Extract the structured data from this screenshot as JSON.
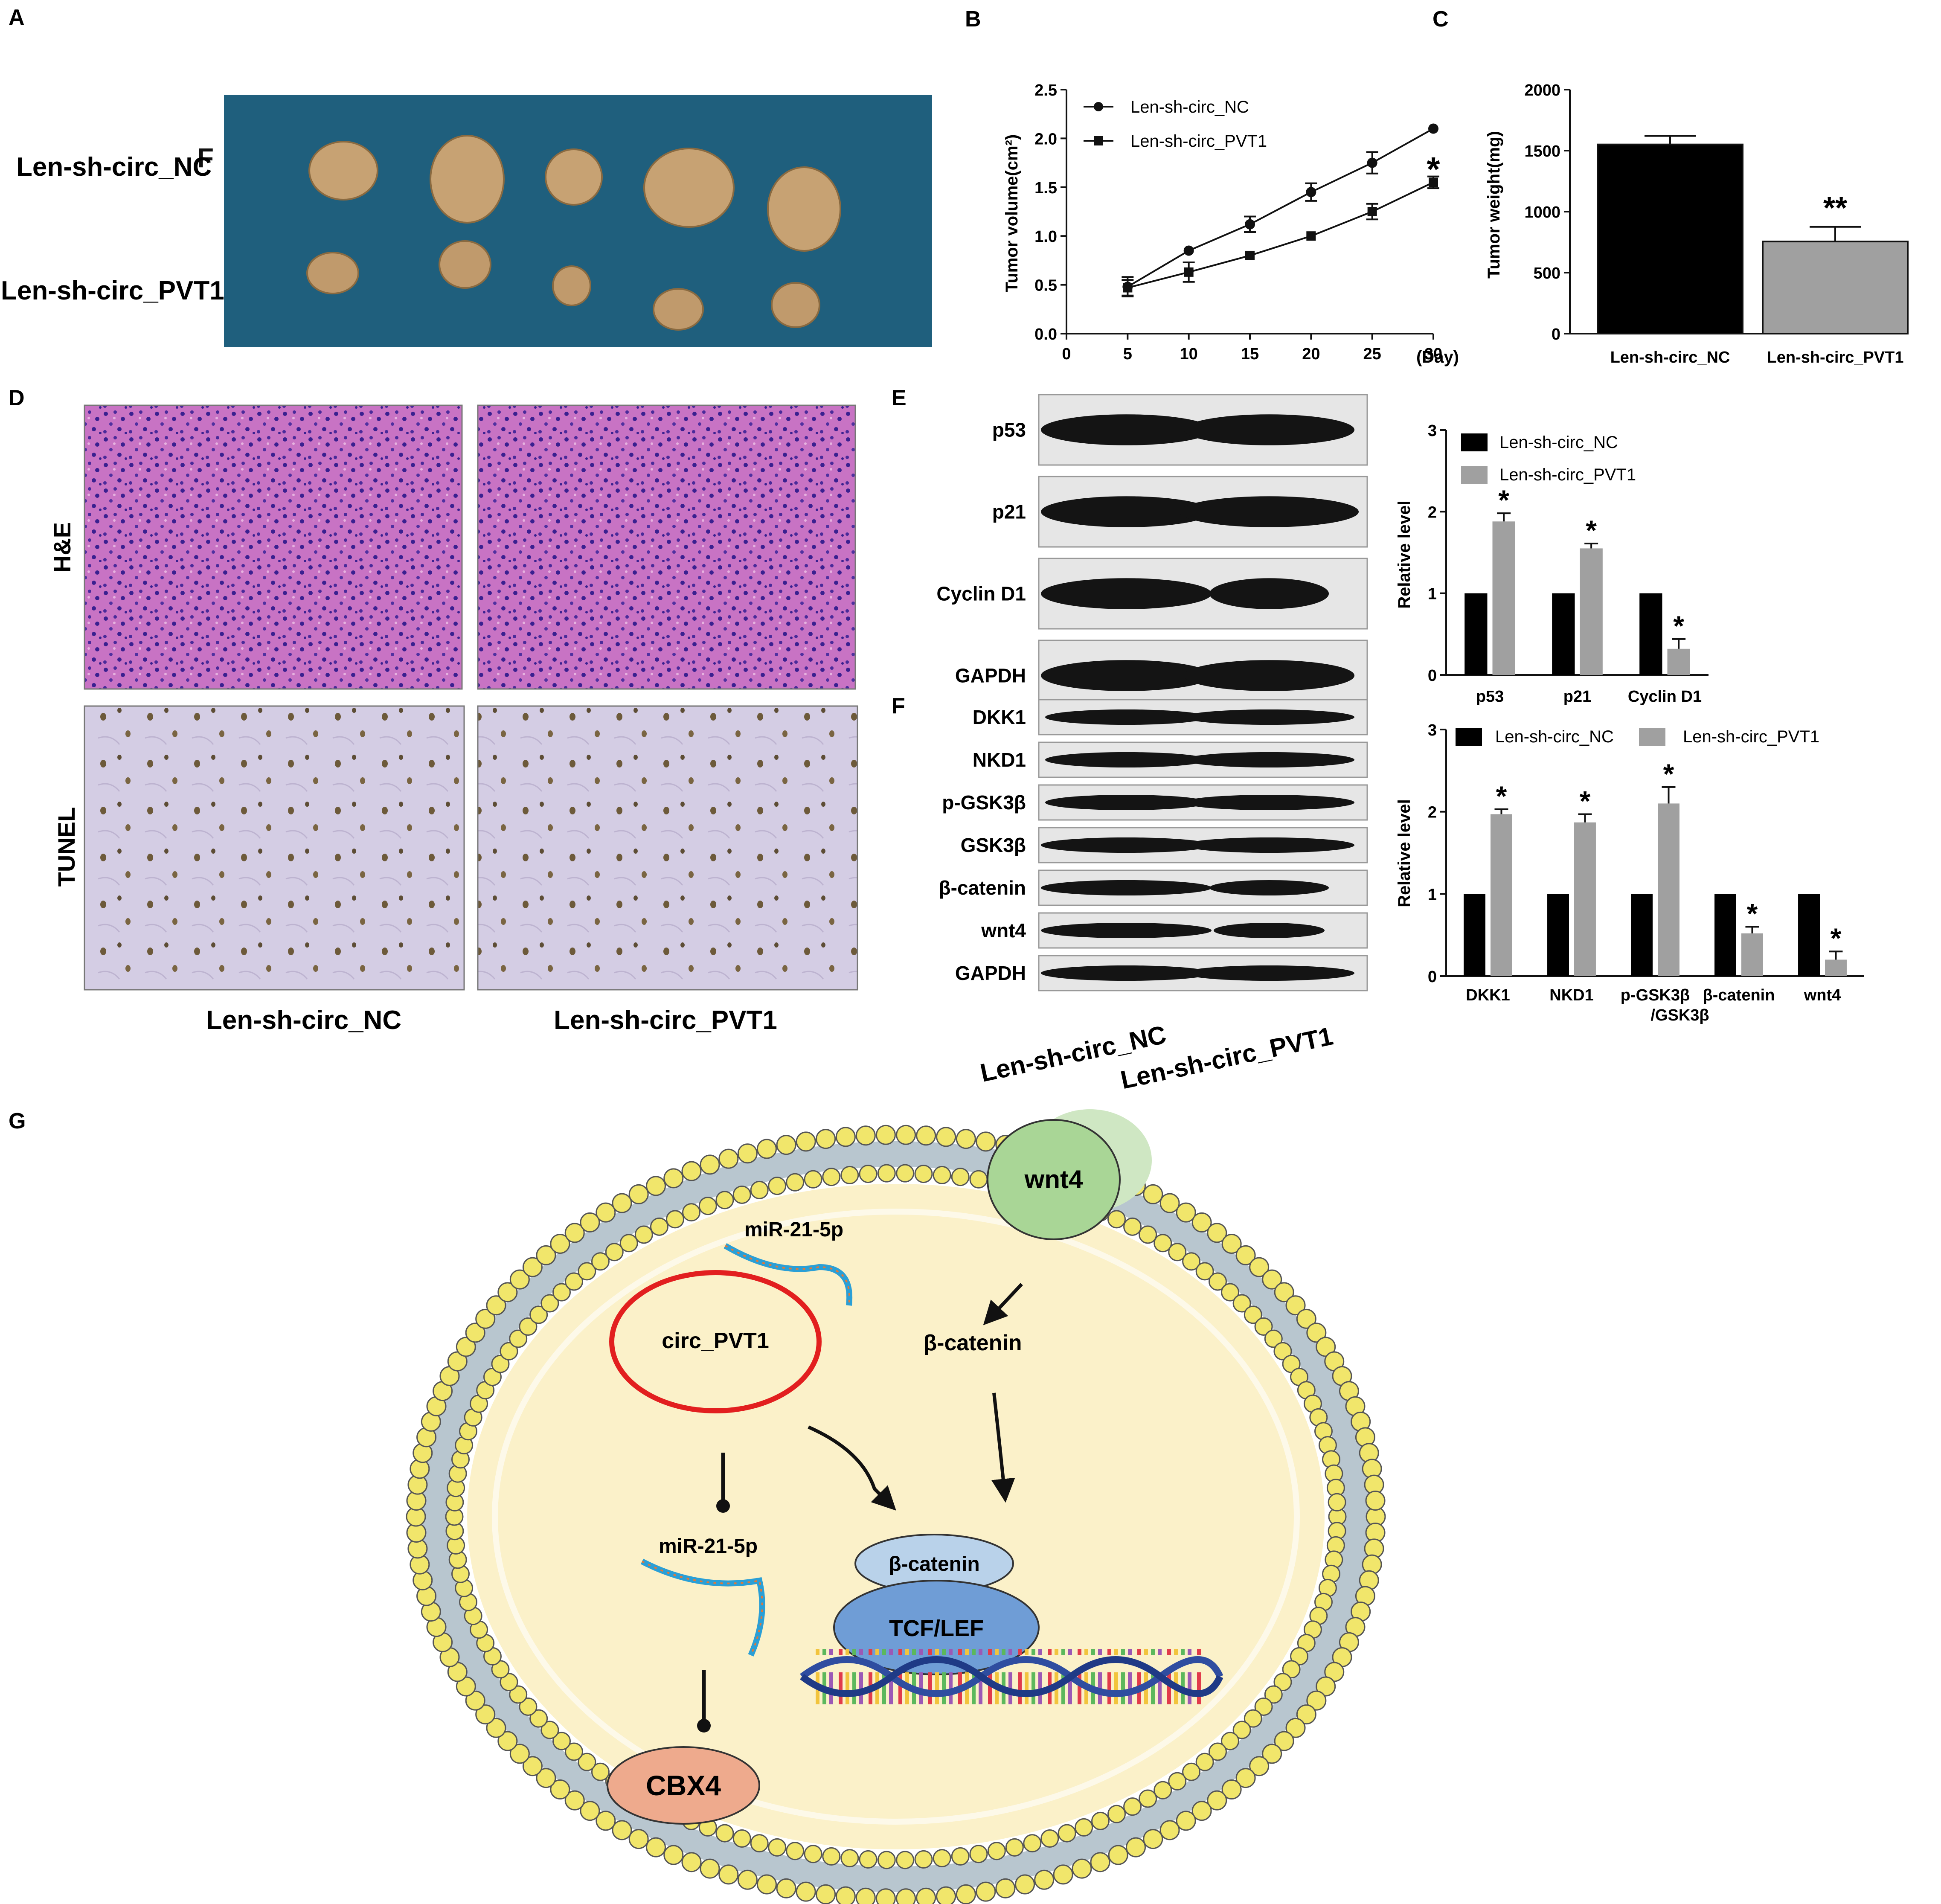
{
  "panel_letters": [
    "A",
    "B",
    "C",
    "D",
    "E",
    "F",
    "G"
  ],
  "A": {
    "row1": "Len-sh-circ_NC",
    "row2": "Len-sh-circ_PVT1",
    "stray": "F"
  },
  "D": {
    "row1": "H&E",
    "row2": "TUNEL",
    "col1": "Len-sh-circ_NC",
    "col2": "Len-sh-circ_PVT1"
  },
  "E": {
    "bands": [
      "p53",
      "p21",
      "Cyclin D1",
      "GAPDH"
    ],
    "cats": [
      "p53",
      "p21",
      "Cyclin D1"
    ],
    "legend": [
      "Len-sh-circ_NC",
      "Len-sh-circ_PVT1"
    ]
  },
  "F": {
    "bands": [
      "DKK1",
      "NKD1",
      "p-GSK3β",
      "GSK3β",
      "β-catenin",
      "wnt4",
      "GAPDH"
    ],
    "cats": [
      "DKK1",
      "NKD1",
      "p-GSK3β",
      "β-catenin",
      "wnt4"
    ],
    "cat3_line2": "/GSK3β",
    "legend": [
      "Len-sh-circ_NC",
      "Len-sh-circ_PVT1"
    ],
    "col1": "Len-sh-circ_NC",
    "col2": "Len-sh-circ_PVT1"
  },
  "G": {
    "wnt4": "wnt4",
    "mir_top": "miR-21-5p",
    "circ": "circ_PVT1",
    "bcat_free": "β-catenin",
    "mir_mid": "miR-21-5p",
    "bcat_complex": "β-catenin",
    "tcf": "TCF/LEF",
    "cbx4": "CBX4"
  },
  "colors": {
    "black_bar": "#000000",
    "gray_bar": "#a0a0a0",
    "ocean": "#1f5f7d",
    "cell": "#fbf1c9",
    "bead": "#f1e66b"
  },
  "chart_data": [
    {
      "type": "line",
      "panel": "B",
      "ylabel": "Tumor volume(cm²)",
      "xunit": "(Day)",
      "xlim": [
        0,
        30
      ],
      "ylim": [
        0,
        2.5
      ],
      "xticks": [
        0,
        5,
        10,
        15,
        20,
        25,
        30
      ],
      "yticks": [
        0.0,
        0.5,
        1.0,
        1.5,
        2.0,
        2.5
      ],
      "x": [
        5,
        10,
        15,
        20,
        25,
        30
      ],
      "series": [
        {
          "name": "Len-sh-circ_NC",
          "marker": "circle",
          "values": [
            0.48,
            0.85,
            1.12,
            1.45,
            1.75,
            2.1
          ],
          "err": [
            0.1,
            0.0,
            0.08,
            0.09,
            0.11,
            0.0
          ]
        },
        {
          "name": "Len-sh-circ_PVT1",
          "marker": "square",
          "values": [
            0.47,
            0.63,
            0.8,
            1.0,
            1.25,
            1.55
          ],
          "err": [
            0.08,
            0.1,
            0.0,
            0.0,
            0.08,
            0.06
          ]
        }
      ],
      "annotation": "*",
      "grid": false,
      "legend": "top-left"
    },
    {
      "type": "bar",
      "panel": "C",
      "ylabel": "Tumor weight(mg)",
      "categories": [
        "Len-sh-circ_NC",
        "Len-sh-circ_PVT1"
      ],
      "values": [
        1550,
        755
      ],
      "err": [
        70,
        120
      ],
      "colors": [
        "#000000",
        "#a0a0a0"
      ],
      "ylim": [
        0,
        2000
      ],
      "yticks": [
        0,
        500,
        1000,
        1500,
        2000
      ],
      "annotation": "**"
    },
    {
      "type": "bar",
      "panel": "E",
      "ylabel": "Relative level",
      "categories": [
        "p53",
        "p21",
        "Cyclin D1"
      ],
      "series": [
        {
          "name": "Len-sh-circ_NC",
          "values": [
            1,
            1,
            1
          ],
          "err": [
            0,
            0,
            0
          ]
        },
        {
          "name": "Len-sh-circ_PVT1",
          "values": [
            1.88,
            1.55,
            0.32
          ],
          "err": [
            0.1,
            0.06,
            0.12
          ]
        }
      ],
      "stars": [
        "*",
        "*",
        "*"
      ],
      "ylim": [
        0,
        3
      ],
      "yticks": [
        0,
        1,
        2,
        3
      ],
      "legend": "top-left"
    },
    {
      "type": "bar",
      "panel": "F",
      "ylabel": "Relative level",
      "categories": [
        "DKK1",
        "NKD1",
        "p-GSK3β/GSK3β",
        "β-catenin",
        "wnt4"
      ],
      "series": [
        {
          "name": "Len-sh-circ_NC",
          "values": [
            1,
            1,
            1,
            1,
            1
          ],
          "err": [
            0,
            0,
            0,
            0,
            0
          ]
        },
        {
          "name": "Len-sh-circ_PVT1",
          "values": [
            1.97,
            1.87,
            2.1,
            0.52,
            0.2
          ],
          "err": [
            0.06,
            0.1,
            0.2,
            0.08,
            0.1
          ]
        }
      ],
      "stars": [
        "*",
        "*",
        "*",
        "*",
        "*"
      ],
      "ylim": [
        0,
        3
      ],
      "yticks": [
        0,
        1,
        2,
        3
      ],
      "legend": "top"
    }
  ]
}
